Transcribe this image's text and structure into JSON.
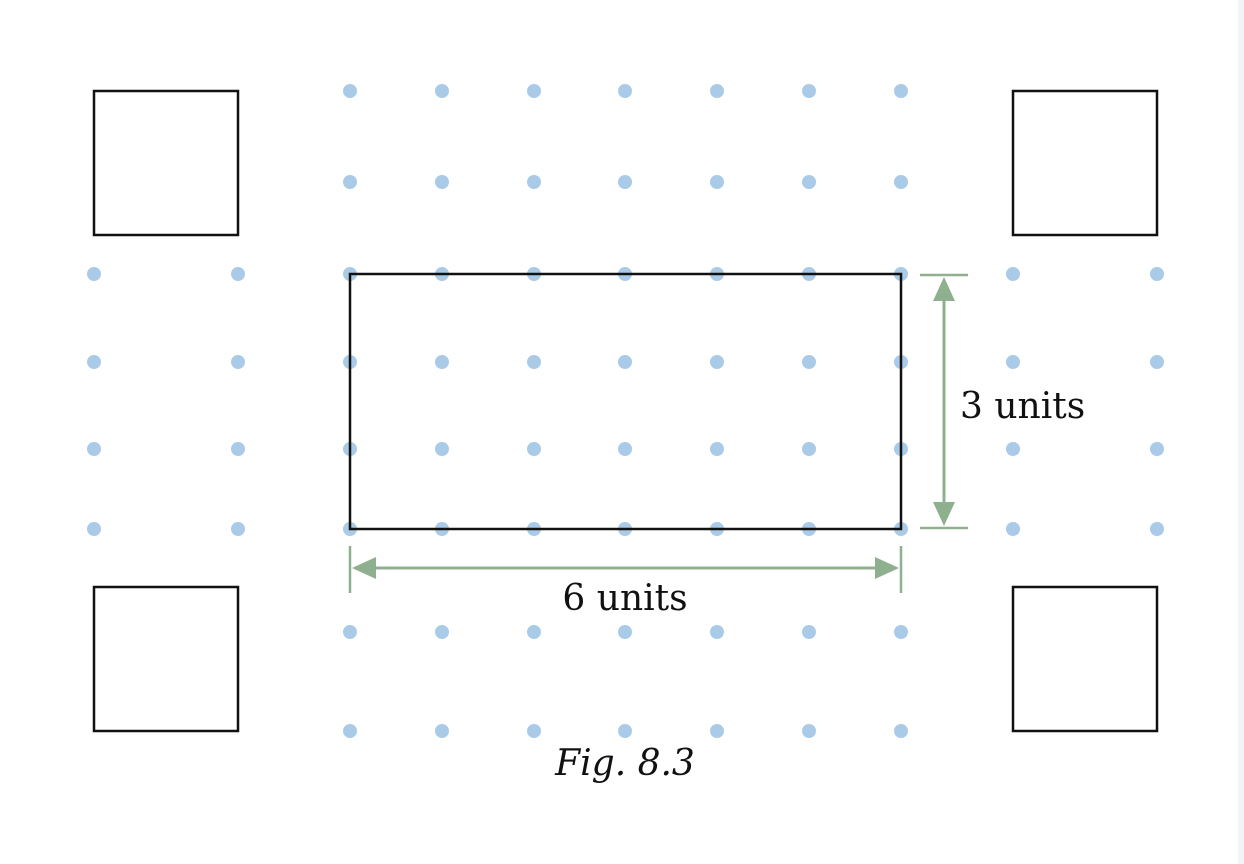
{
  "figure": {
    "caption": "Fig. 8.3",
    "colors": {
      "dot": "#a9cbe8",
      "outline": "#111111",
      "dimension": "#8fb08f",
      "text": "#111111"
    },
    "rectangle": {
      "width_units": 6,
      "height_units": 3
    },
    "dimensions": {
      "width_label": "6 units",
      "height_label": "3 units"
    }
  }
}
